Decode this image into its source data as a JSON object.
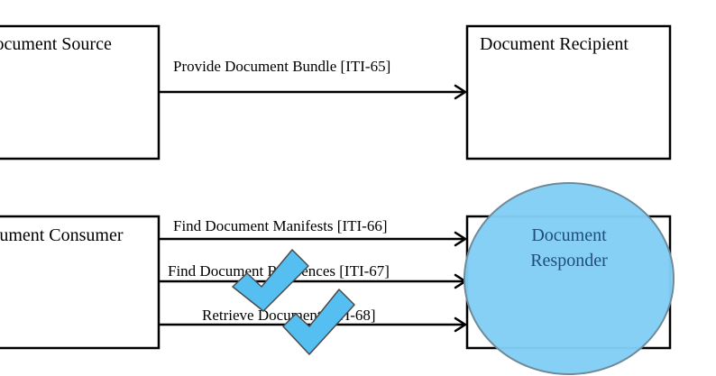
{
  "actors": {
    "source": "Document Source",
    "recipient": "Document Recipient",
    "consumer": "Document Consumer",
    "responder": [
      "Document",
      "Responder"
    ]
  },
  "transactions": {
    "provide": "Provide Document Bundle [ITI-65]",
    "find_manifests": "Find Document Manifests [ITI-66]",
    "find_references": "Find Document References [ITI-67]",
    "retrieve": "Retrieve Document [ITI-68]"
  },
  "colors": {
    "responder_fill": "#82cef5",
    "responder_text": "#1f4e79",
    "check_fill": "#55bff2"
  },
  "icons": {
    "check_1": "checkmark-icon",
    "check_2": "checkmark-icon"
  }
}
